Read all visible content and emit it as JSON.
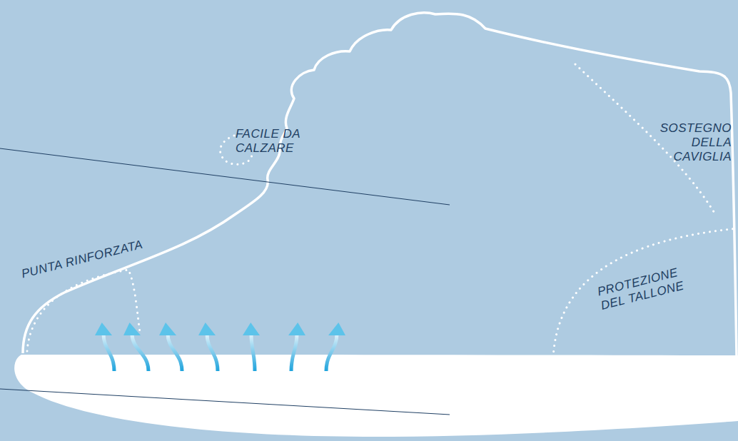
{
  "diagram": {
    "labels": [
      "FACILE DA CALZARE",
      "SOSTEGNO DELLA CAVIGLIA",
      "PUNTA RINFORZATA",
      "PROTEZIONE DEL TALLONE"
    ]
  }
}
